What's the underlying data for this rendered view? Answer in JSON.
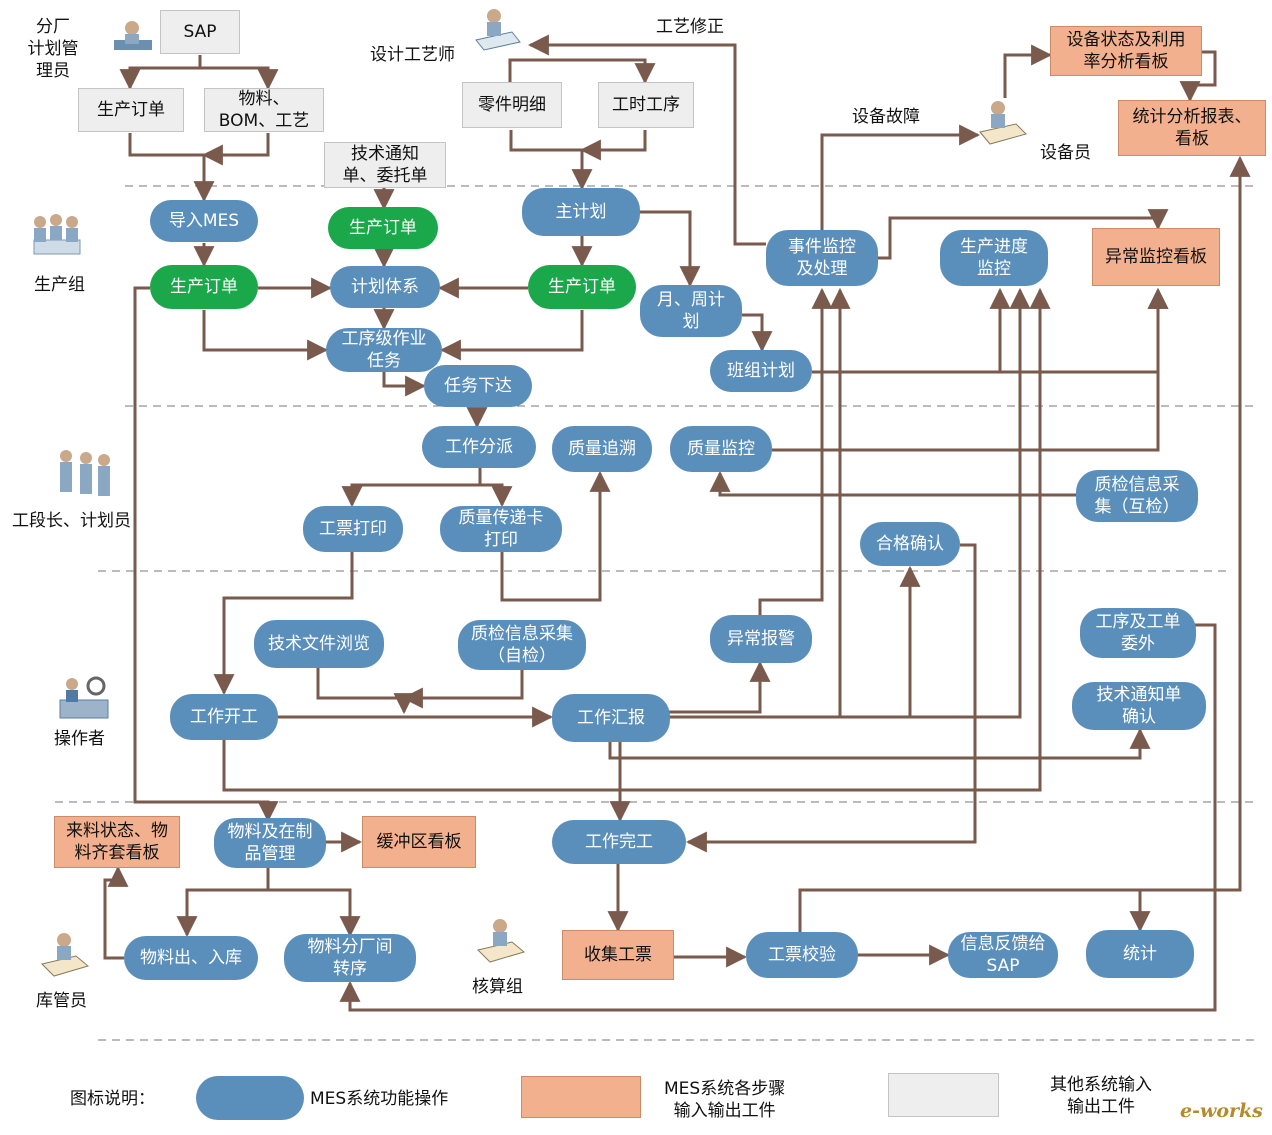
{
  "roles": {
    "plant_planner": "分厂\n计划管\n理员",
    "process_designer": "设计工艺师",
    "production_group": "生产组",
    "equipment_staff": "设备员",
    "section_leader": "工段长、计划员",
    "operator": "操作者",
    "warehouse_keeper": "库管员",
    "accounting_group": "核算组"
  },
  "nodes": {
    "sap": "SAP",
    "prod_order_sap": "生产订单",
    "material_bom": "物料、\nBOM、工艺",
    "part_detail": "零件明细",
    "work_hours": "工时工序",
    "tech_notice_doc": "技术通知\n单、委托单",
    "import_mes": "导入MES",
    "green_order_1": "生产订单",
    "green_order_2": "生产订单",
    "green_order_3": "生产订单",
    "plan_system": "计划体系",
    "master_plan": "主计划",
    "month_week_plan": "月、周计\n划",
    "process_task": "工序级作业\n任务",
    "task_issue": "任务下达",
    "team_plan": "班组计划",
    "event_monitor": "事件监控\n及处理",
    "progress_monitor": "生产进度\n监控",
    "abnormal_board": "异常监控看板",
    "equip_status_board": "设备状态及利用\n率分析看板",
    "stats_report_board": "统计分析报表、\n看板",
    "dispatch": "工作分派",
    "quality_trace": "质量追溯",
    "quality_monitor": "质量监控",
    "qc_collect_mutual": "质检信息采\n集（互检）",
    "ticket_print": "工票打印",
    "quality_card_print": "质量传递卡\n打印",
    "pass_confirm": "合格确认",
    "tech_doc_browse": "技术文件浏览",
    "qc_collect_self": "质检信息采集\n（自检）",
    "abnormal_alarm": "异常报警",
    "outsource": "工序及工单\n委外",
    "tech_notice_confirm": "技术通知单\n确认",
    "work_start": "工作开工",
    "work_report": "工作汇报",
    "material_arrival_board": "来料状态、物\n料齐套看板",
    "material_wip": "物料及在制\n品管理",
    "buffer_board": "缓冲区看板",
    "work_complete": "工作完工",
    "material_inout": "物料出、入库",
    "material_transfer": "物料分厂间\n转序",
    "collect_ticket": "收集工票",
    "ticket_verify": "工票校验",
    "feedback_sap": "信息反馈给\nSAP",
    "statistics": "统计"
  },
  "edge_labels": {
    "process_revise": "工艺修正",
    "equip_fault": "设备故障"
  },
  "legend": {
    "title": "图标说明：",
    "mes_op": "MES系统功能操作",
    "mes_io": "MES系统各步骤\n输入输出工件",
    "other_io": "其他系统输入\n输出工件"
  },
  "watermark": "e-works",
  "colors": {
    "mes_blue": "#5b8fbb",
    "order_green": "#1aa84a",
    "io_orange": "#f2b08e",
    "ext_gray": "#eeeeee",
    "arrow_brown": "#7a5a4c"
  }
}
